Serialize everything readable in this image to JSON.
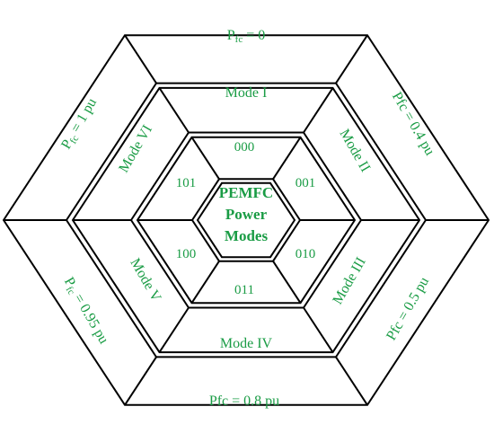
{
  "center": {
    "lines": [
      "PEMFC",
      "Power",
      "Modes"
    ]
  },
  "codes": {
    "top": "000",
    "upper_right": "001",
    "lower_right": "010",
    "bottom": "011",
    "lower_left": "100",
    "upper_left": "101"
  },
  "modes": {
    "top": "Mode I",
    "upper_right": "Mode II",
    "lower_right": "Mode III",
    "bottom": "Mode IV",
    "lower_left": "Mode V",
    "upper_left": "Mode VI"
  },
  "power": {
    "top": {
      "prefix": "P",
      "sub": "fc",
      "suffix": " = 0"
    },
    "upper_right": {
      "prefix": "Pfc = 0.4 pu"
    },
    "lower_right": {
      "prefix": "Pfc = 0.5 pu"
    },
    "bottom": {
      "prefix": "Pfc = 0.8 pu"
    },
    "lower_left": {
      "prefix": "P",
      "sub": "fc",
      "suffix": " = 0.95 pu"
    },
    "upper_left": {
      "prefix": "P",
      "sub": "fc",
      "suffix": " = 1 pu"
    }
  },
  "colors": {
    "label": "#1a9c45",
    "line": "#000000"
  }
}
